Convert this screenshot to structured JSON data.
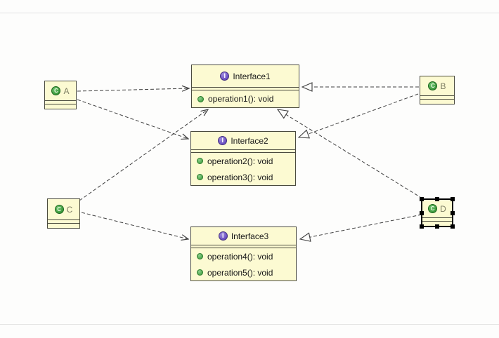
{
  "diagram": {
    "interfaces": [
      {
        "title": "Interface1",
        "operations": [
          "operation1(): void"
        ]
      },
      {
        "title": "Interface2",
        "operations": [
          "operation2(): void",
          "operation3(): void"
        ]
      },
      {
        "title": "Interface3",
        "operations": [
          "operation4(): void",
          "operation5(): void"
        ]
      }
    ],
    "classes": [
      {
        "label": "A",
        "selected": false
      },
      {
        "label": "B",
        "selected": false
      },
      {
        "label": "C",
        "selected": false
      },
      {
        "label": "D",
        "selected": true
      }
    ],
    "relations": [
      {
        "from": "A",
        "to": "Interface1",
        "type": "dependency"
      },
      {
        "from": "A",
        "to": "Interface2",
        "type": "dependency"
      },
      {
        "from": "C",
        "to": "Interface1",
        "type": "dependency"
      },
      {
        "from": "C",
        "to": "Interface3",
        "type": "dependency"
      },
      {
        "from": "B",
        "to": "Interface1",
        "type": "realization"
      },
      {
        "from": "B",
        "to": "Interface2",
        "type": "realization"
      },
      {
        "from": "D",
        "to": "Interface1",
        "type": "realization"
      },
      {
        "from": "D",
        "to": "Interface3",
        "type": "realization"
      }
    ],
    "icons": {
      "interface_icon_letter": "I",
      "class_icon_letter": "C"
    },
    "colors": {
      "node_fill": "#fcfad2",
      "node_border": "#4b4b3e",
      "interface_icon": "#6a4fc0",
      "class_icon": "#3c9a3c",
      "operation_icon": "#4aa64a",
      "connector": "#3f3f3f",
      "selection_handle": "#000000"
    }
  }
}
